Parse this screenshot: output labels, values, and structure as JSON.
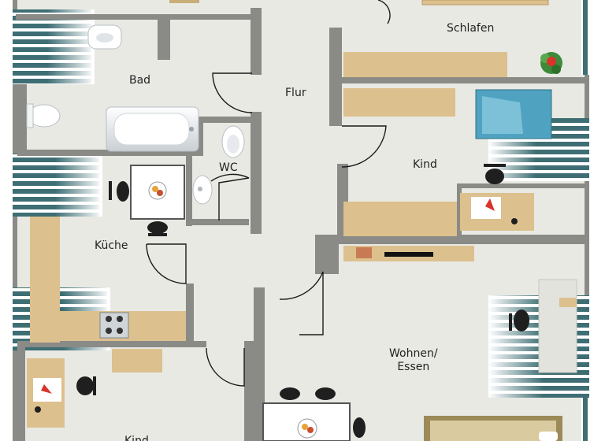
{
  "rooms": {
    "schlafen": "Schlafen",
    "bad": "Bad",
    "flur": "Flur",
    "wc": "WC",
    "kind_top": "Kind",
    "kueche": "Küche",
    "wohnen_line1": "Wohnen/",
    "wohnen_line2": "Essen",
    "kind_bottom": "Kind"
  },
  "colors": {
    "wall": "#8a8a86",
    "floor": "#e9e9e4",
    "cabinet": "#dcc08e",
    "window_dark": "#3e6e74",
    "bed": "#4fa3c0",
    "chair": "#1f1f1f",
    "sofa": "#9c8a58"
  }
}
